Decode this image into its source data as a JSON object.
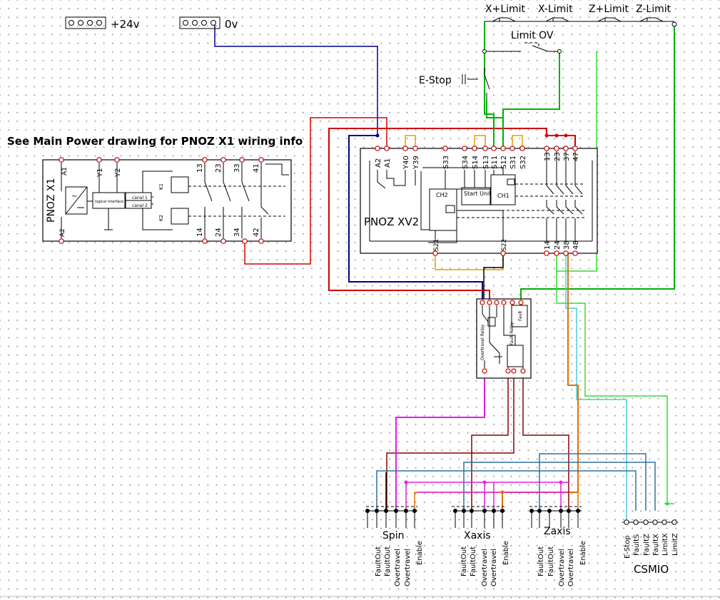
{
  "top_terminals": {
    "plus24": "+24v",
    "zero": "0v"
  },
  "heading": "See Main Power drawing for PNOZ X1 wiring info",
  "limits": {
    "switches": [
      "X+Limit",
      "X-Limit",
      "Z+Limit",
      "Z-Limit"
    ],
    "limit_ov": "Limit OV",
    "estop": "E-Stop"
  },
  "pnoz_x1": {
    "name": "PNOZ X1",
    "top_pins": [
      "A1",
      "Y1",
      "Y2",
      "13",
      "23",
      "33",
      "41"
    ],
    "bottom_pins": [
      "A2",
      "14",
      "24",
      "34",
      "42"
    ],
    "logic_label": "logical interface",
    "canal1": "canal 1",
    "canal2": "canal 2",
    "k1": "K1",
    "k2": "K2"
  },
  "pnoz_xv2": {
    "name": "PNOZ XV2",
    "top_pins": [
      "A2",
      "A1",
      "Y40",
      "Y39",
      "S33",
      "S34",
      "S14",
      "S13",
      "S11",
      "S12",
      "S31",
      "S32",
      "13",
      "23",
      "37",
      "47"
    ],
    "bottom_pins": [
      "S21",
      "S22",
      "14",
      "24",
      "38",
      "48"
    ],
    "ch1": "CH1",
    "ch2": "CH2",
    "start_unit": "Start Unit"
  },
  "relay_module": {
    "overtravel_relay": "Overtravel Relay",
    "fault_relay": "Fault Relay",
    "fault": "Fault"
  },
  "drive_groups": [
    {
      "name": "Spin",
      "pins": [
        "FaultOut",
        "FaultOut",
        "Overtravel",
        "Overtravel",
        "Enable"
      ]
    },
    {
      "name": "Xaxis",
      "pins": [
        "FaultOut",
        "FaultOut",
        "Overtravel",
        "Overtravel",
        "Enable"
      ]
    },
    {
      "name": "Zaxis",
      "pins": [
        "FaultOut",
        "FaultOut",
        "Overtravel",
        "Overtravel",
        "Enable"
      ]
    }
  ],
  "csmio": {
    "name": "CSMIO",
    "pins": [
      "E-Stop",
      "FaultS",
      "FaultZ",
      "FaultX",
      "LimitX",
      "LimitZ"
    ]
  },
  "colors": {
    "red": "#d00000",
    "dark_red": "#8b0000",
    "navy": "#000080",
    "green": "#00b000",
    "light_green": "#33dd33",
    "magenta": "#e020e0",
    "orange": "#e07000",
    "gold": "#e0a000",
    "cyan": "#40d0d8",
    "steel_blue": "#3070a0",
    "black": "#000000"
  }
}
